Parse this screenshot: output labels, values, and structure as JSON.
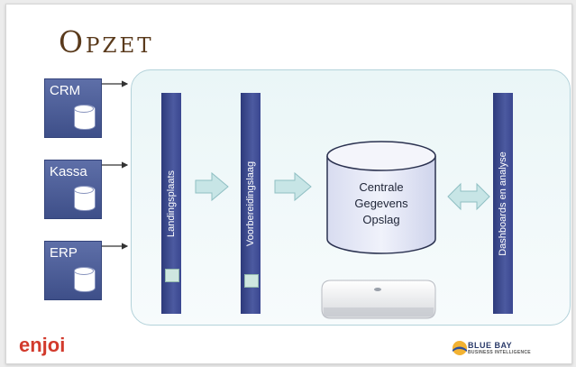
{
  "title": "Opzet",
  "sources": [
    "CRM",
    "Kassa",
    "ERP"
  ],
  "stages": {
    "landing": "Landingsplaats",
    "prep": "Voorbereidingslaag",
    "store_lines": [
      "Centrale",
      "Gegevens",
      "Opslag"
    ],
    "dashboards": "Dashboards en analyse"
  },
  "footer": {
    "left_logo": "enjoi",
    "right_logo": "BLUE BAY",
    "right_logo_sub": "BUSINESS INTELLIGENCE"
  },
  "colors": {
    "title": "#5a3a1c",
    "bar": "#3a4790",
    "arrow": "#c7e5e6",
    "source_box": "#4a5b96"
  },
  "icons": [
    "database-icon",
    "right-arrow-icon",
    "double-arrow-icon",
    "server-icon",
    "bluebay-logo-icon"
  ]
}
